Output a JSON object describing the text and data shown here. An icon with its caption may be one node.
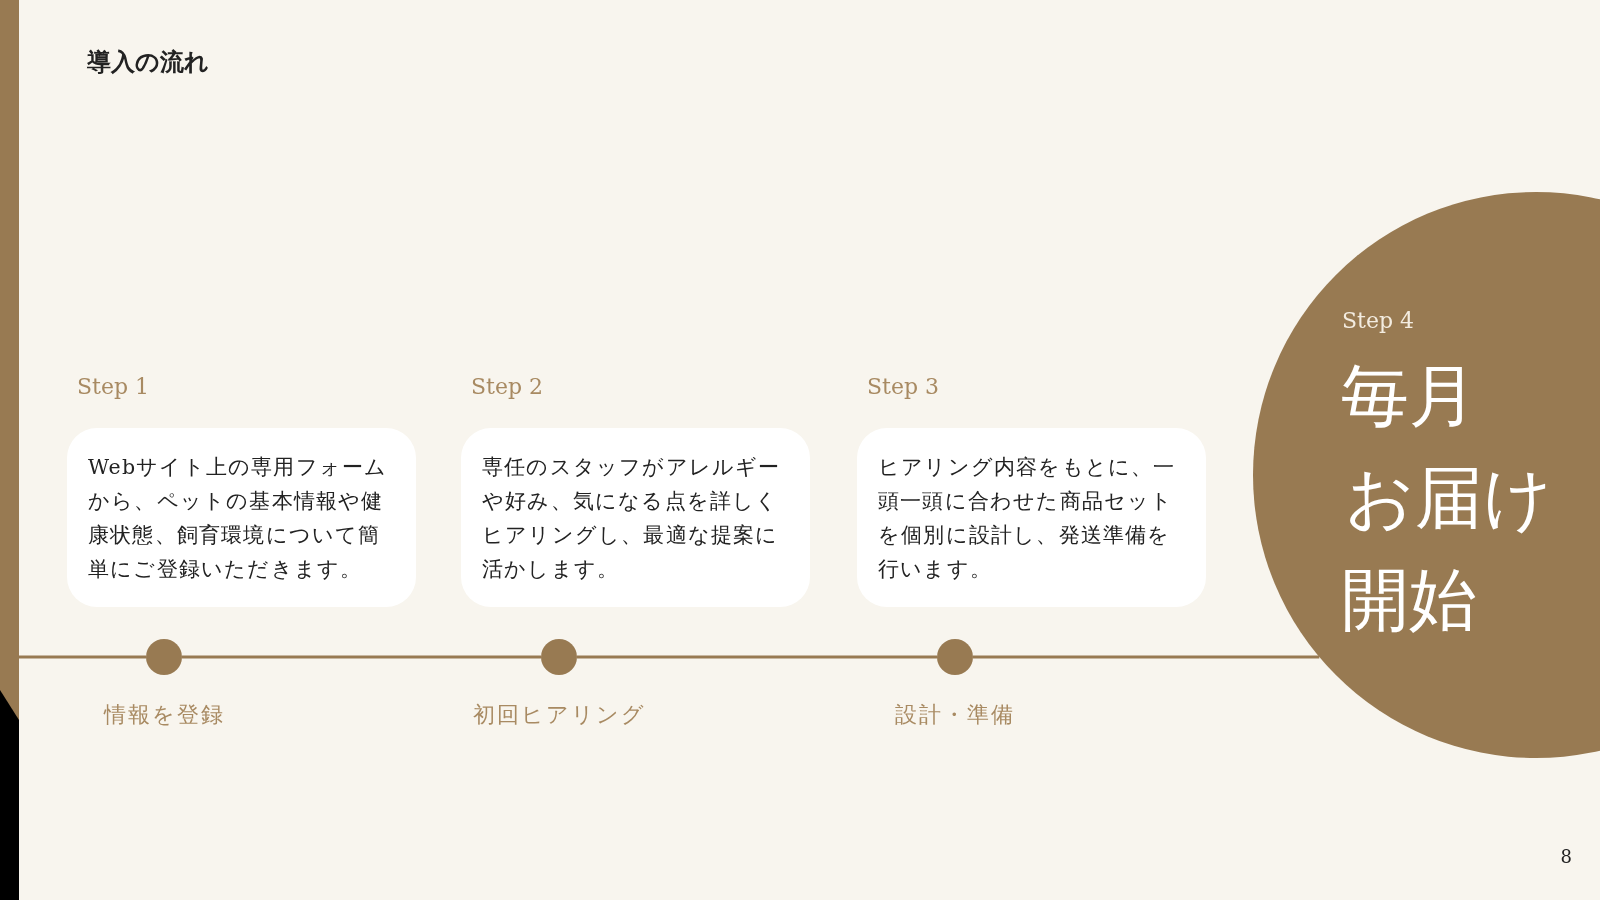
{
  "diagram": {
    "title": "導入の流れ",
    "nodes": [
      {
        "text": [
          "Step 1",
          "Webサイト上の専用フォームから、ペットの基本情報や健康状態、飼育環境について簡単にご登録いただきます。"
        ]
      },
      {
        "text": [
          "Step 2",
          "専任のスタッフがアレルギーや好み、気になる点を詳しくヒアリングし、最適な提案に活かします。"
        ]
      },
      {
        "text": [
          "Step 3",
          "ヒアリング内容をもとに、一頭一頭に合わせた商品セットを個別に設計し、発送準備を行います。"
        ]
      },
      {
        "text": [],
        "shape": "circle",
        "beside": [
          "情報を登録"
        ]
      },
      {
        "text": [],
        "shape": "circle",
        "beside": [
          "初回ヒアリング"
        ]
      },
      {
        "text": [],
        "shape": "circle",
        "beside": [
          "設計・準備"
        ]
      },
      {
        "text": [
          "Step 4",
          "毎月",
          "お届け",
          "開始"
        ]
      }
    ],
    "edges": [
      {
        "from": null,
        "to": 3,
        "arrow": "none"
      },
      {
        "from": 3,
        "to": 4,
        "arrow": "none"
      },
      {
        "from": 4,
        "to": 5,
        "arrow": "none"
      },
      {
        "from": 5,
        "to": 6,
        "arrow": "none"
      }
    ],
    "labels": [
      "8"
    ]
  }
}
